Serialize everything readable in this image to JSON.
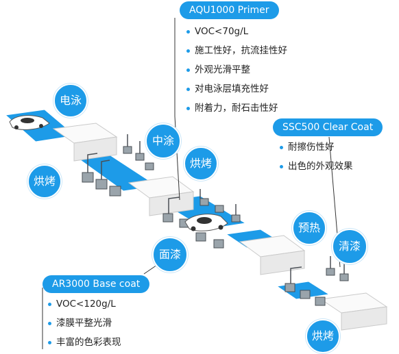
{
  "colors": {
    "accent": "#1d9be8",
    "conveyor": "#1d9be8",
    "booth": "#f4f4f4",
    "line": "#333333"
  },
  "boxes": {
    "primer": {
      "title": "AQU1000 Primer",
      "items": [
        "VOC<70g/L",
        "施工性好，抗流挂性好",
        "外观光滑平整",
        "对电泳层填充性好",
        "附着力，耐石击性好"
      ]
    },
    "clear": {
      "title": "SSC500 Clear Coat",
      "items": [
        "耐擦伤性好",
        "出色的外观效果"
      ]
    },
    "base": {
      "title": "AR3000 Base coat",
      "items": [
        "VOC<120g/L",
        "漆膜平整光滑",
        "丰富的色彩表现"
      ]
    }
  },
  "stages": {
    "dianyong": "电泳",
    "honkao1": "烘烤",
    "zhongtu": "中涂",
    "honkao2": "烘烤",
    "miangqi": "面漆",
    "yure": "预热",
    "qingqi": "清漆",
    "honkao3": "烘烤"
  }
}
